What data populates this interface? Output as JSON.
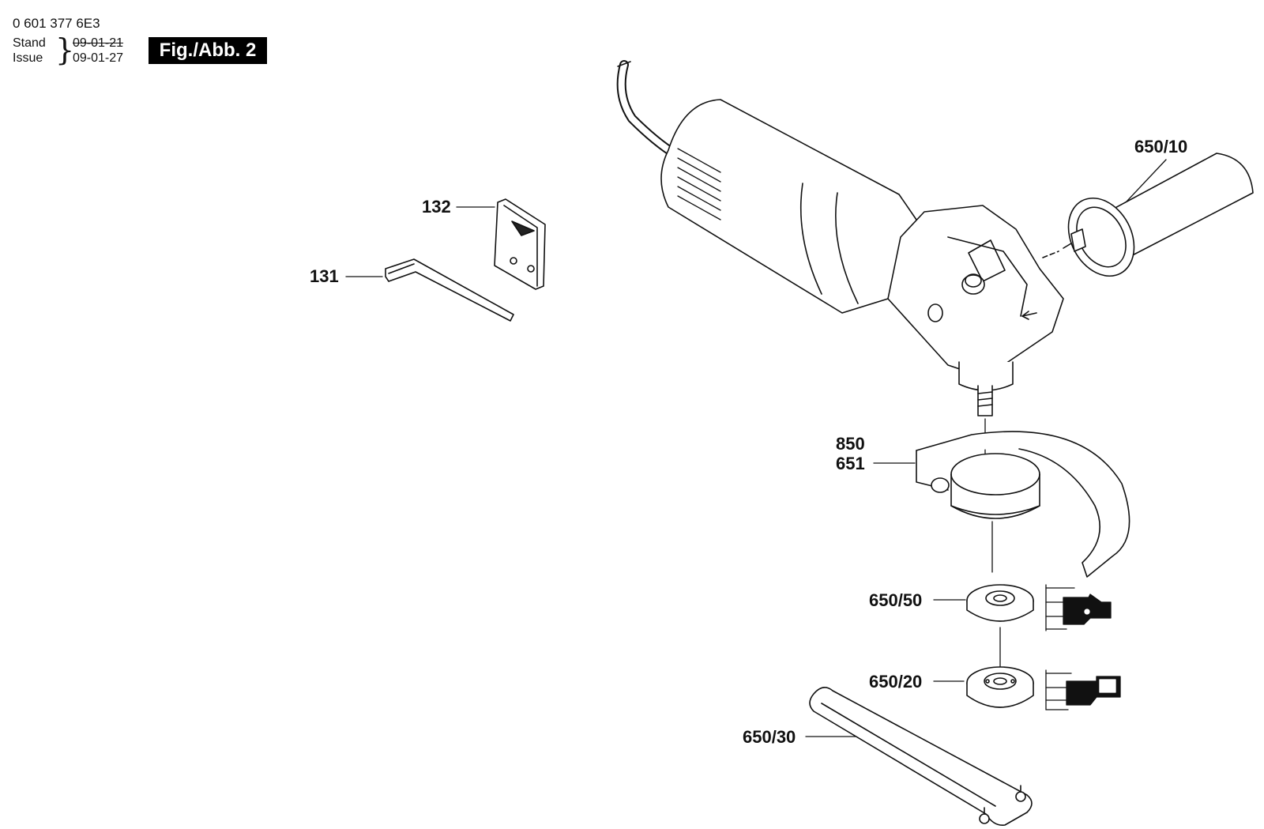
{
  "header": {
    "doc_number": "0 601 377 6E3",
    "stand_label": "Stand",
    "issue_label": "Issue",
    "stand_date": "09-01-21",
    "issue_date": "09-01-27",
    "figure_label": "Fig./Abb. 2"
  },
  "callouts": [
    {
      "id": "132",
      "text": "132"
    },
    {
      "id": "131",
      "text": "131"
    },
    {
      "id": "650-10",
      "text": "650/10"
    },
    {
      "id": "850",
      "text": "850"
    },
    {
      "id": "651",
      "text": "651"
    },
    {
      "id": "650-50",
      "text": "650/50"
    },
    {
      "id": "650-20",
      "text": "650/20"
    },
    {
      "id": "650-30",
      "text": "650/30"
    }
  ]
}
